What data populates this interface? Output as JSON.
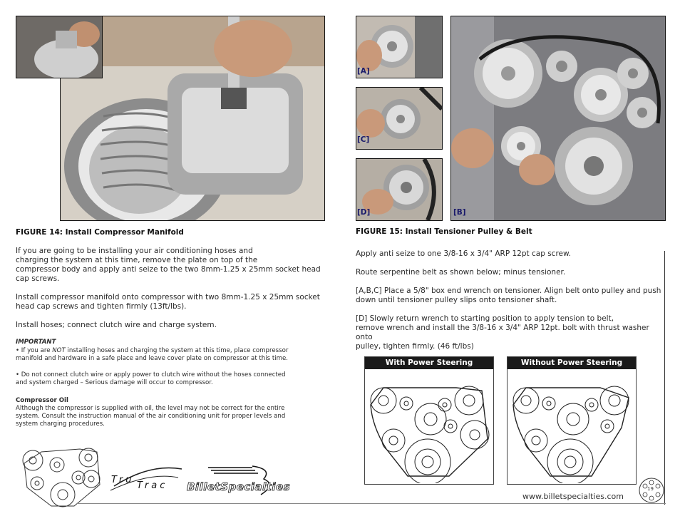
{
  "left": {
    "figure_title": "FIGURE 14: Install Compressor Manifold",
    "intro": "If you are going to be installing your air conditioning hoses and charging the system at this time, remove the plate on top of the compressor body and apply anti seize to the two 8mm-1.25 x 25mm socket head cap screws.",
    "intro_lines": [
      "If you are going to be installing your air conditioning hoses and",
      "charging the system at this time, remove the plate on top of the",
      "compressor body and apply anti seize to the two 8mm-1.25 x 25mm socket head",
      "cap screws."
    ],
    "install_lines": [
      "Install compressor manifold onto compressor with two 8mm-1.25 x 25mm socket",
      "head cap screws and tighten firmly (13ft/lbs)."
    ],
    "hoses": "Install hoses; connect clutch wire and charge system.",
    "important_heading": "IMPORTANT",
    "important_1_pre": "• If you are ",
    "important_1_not": "NOT",
    "important_1_post": " installing hoses and charging the system at this time, place compressor",
    "important_1_line2": "manifold and hardware in a safe place and leave cover plate on compressor at this time.",
    "important_2_line1": "• Do not connect clutch wire or apply power to clutch wire without the hoses connected",
    "important_2_line2": "and system charged – Serious damage will occur to compressor.",
    "oil_heading": "Compressor Oil",
    "oil_lines": [
      "Although the compressor is supplied with oil, the level may not be correct for the entire",
      "system. Consult the instruction manual of the air conditioning unit for proper levels and",
      "system charging procedures."
    ]
  },
  "right": {
    "figure_title": "FIGURE 15: Install Tensioner Pulley & Belt",
    "photo_labels": [
      "[A]",
      "[C]",
      "[D]",
      "[B]"
    ],
    "step_1": "Apply anti seize to one  3/8-16 x 3/4\" ARP 12pt cap screw.",
    "step_2": "Route serpentine belt as shown below; minus tensioner.",
    "step_3_lines": [
      "[A,B,C] Place a 5/8\" box end wrench on tensioner. Align belt onto pulley and push",
      "down until tensioner pulley slips onto tensioner shaft."
    ],
    "step_4_lines": [
      "[D] Slowly return wrench to starting position to apply tension to belt,",
      "remove wrench and install the 3/8-16 x 3/4\" ARP 12pt. bolt with thrust washer onto",
      "pulley, tighten firmly. (46 ft/lbs)"
    ],
    "diagram_with": "With Power Steering",
    "diagram_without": "Without Power Steering"
  },
  "footer": {
    "logo_trutrac_line1": "Tru",
    "logo_trutrac_line2": "Trac",
    "logo_billet": "BilletSpecialties",
    "website": "www.billetspecialties.com",
    "page_number": "19"
  }
}
